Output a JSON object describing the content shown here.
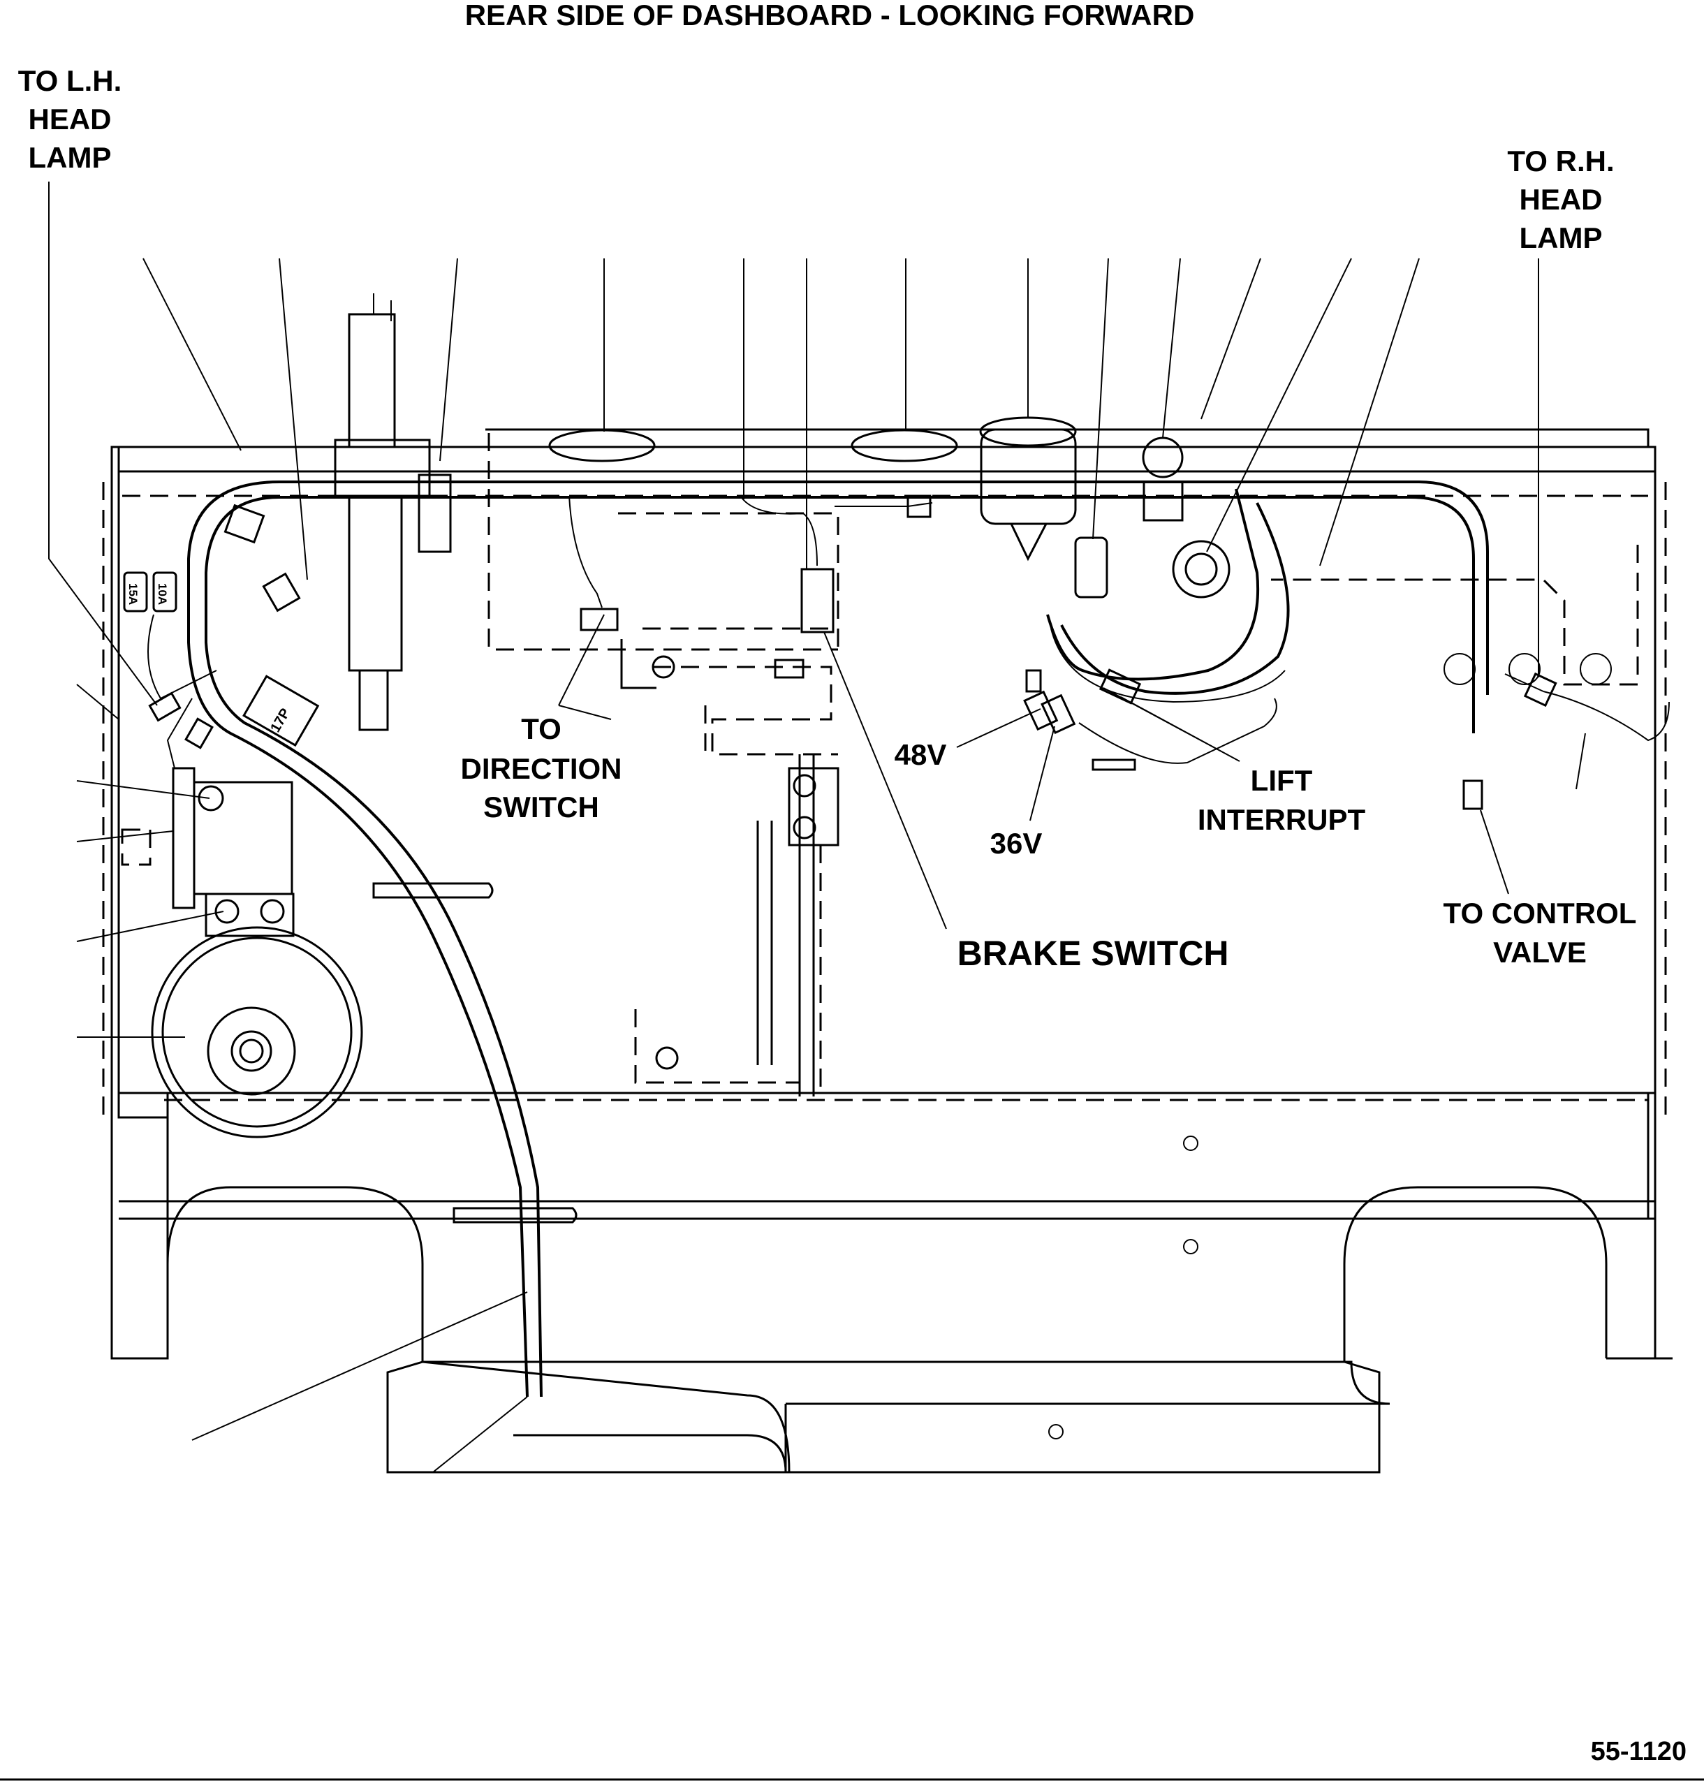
{
  "title": "REAR SIDE OF DASHBOARD - LOOKING FORWARD",
  "labels": {
    "lh_head_lamp": [
      "TO L.H.",
      "HEAD",
      "LAMP"
    ],
    "rh_head_lamp": [
      "TO R.H.",
      "HEAD",
      "LAMP"
    ],
    "direction_switch": [
      "TO",
      "DIRECTION",
      "SWITCH"
    ],
    "v48": "48V",
    "v36": "36V",
    "lift_interrupt": [
      "LIFT",
      "INTERRUPT"
    ],
    "brake_switch": "BRAKE SWITCH",
    "control_valve": [
      "TO CONTROL",
      "VALVE"
    ]
  },
  "component_marks": {
    "fuse_15a": "15A",
    "fuse_10a": "10A",
    "connector_17p": "17P"
  },
  "figure_number": "55-1120"
}
